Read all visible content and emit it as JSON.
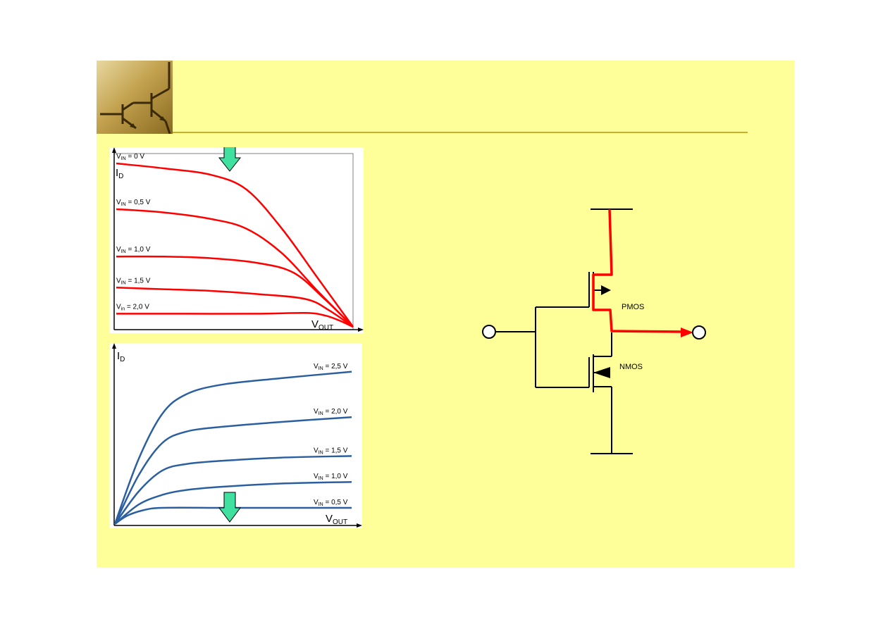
{
  "colors": {
    "slide_bg": "#ffff99",
    "rule": "#c8ae2a",
    "pmos_curve": "#ff0000",
    "nmos_curve": "#2c5fa0",
    "current_path": "#ff0000",
    "marker_arrow": "#40e0a0"
  },
  "logo": {
    "icon": "transistor-pair-logo"
  },
  "chart_data": [
    {
      "type": "line",
      "title": "",
      "ylabel_main": "I",
      "ylabel_sub": "D",
      "xlabel_main": "V",
      "xlabel_sub": "OUT",
      "series": [
        {
          "label_main": "V",
          "label_sub": "IN",
          "label_rest": " = 0 V",
          "x": [
            0,
            0.2,
            0.4,
            0.55,
            0.7,
            0.85,
            1.0
          ],
          "y": [
            1.0,
            0.97,
            0.93,
            0.84,
            0.6,
            0.3,
            0.0
          ]
        },
        {
          "label_main": "V",
          "label_sub": "IN",
          "label_rest": " = 0,5 V",
          "x": [
            0,
            0.2,
            0.4,
            0.55,
            0.7,
            0.85,
            1.0
          ],
          "y": [
            0.72,
            0.7,
            0.66,
            0.6,
            0.45,
            0.22,
            0.0
          ]
        },
        {
          "label_main": "V",
          "label_sub": "IN",
          "label_rest": " = 1,0 V",
          "x": [
            0,
            0.2,
            0.4,
            0.6,
            0.75,
            0.88,
            1.0
          ],
          "y": [
            0.43,
            0.43,
            0.42,
            0.39,
            0.33,
            0.17,
            0.0
          ]
        },
        {
          "label_main": "V",
          "label_sub": "IN",
          "label_rest": " = 1,5 V",
          "x": [
            0,
            0.2,
            0.4,
            0.6,
            0.8,
            0.9,
            1.0
          ],
          "y": [
            0.24,
            0.23,
            0.22,
            0.2,
            0.17,
            0.1,
            0.0
          ]
        },
        {
          "label_main": "V",
          "label_sub": "in",
          "label_rest": " = 2,0 V",
          "x": [
            0,
            0.3,
            0.6,
            0.8,
            0.88,
            0.94,
            1.0
          ],
          "y": [
            0.08,
            0.08,
            0.08,
            0.085,
            0.07,
            0.04,
            0.0
          ]
        }
      ]
    },
    {
      "type": "line",
      "title": "",
      "ylabel_main": "I",
      "ylabel_sub": "D",
      "xlabel_main": "V",
      "xlabel_sub": "OUT",
      "series": [
        {
          "label_main": "V",
          "label_sub": "IN",
          "label_rest": " = 2,5 V",
          "x": [
            0,
            0.1,
            0.2,
            0.3,
            0.45,
            0.7,
            1.0
          ],
          "y": [
            0,
            0.4,
            0.68,
            0.8,
            0.86,
            0.9,
            0.94
          ]
        },
        {
          "label_main": "V",
          "label_sub": "IN",
          "label_rest": " = 2,0 V",
          "x": [
            0,
            0.1,
            0.2,
            0.3,
            0.45,
            0.7,
            1.0
          ],
          "y": [
            0,
            0.3,
            0.5,
            0.57,
            0.6,
            0.63,
            0.66
          ]
        },
        {
          "label_main": "V",
          "label_sub": "IN",
          "label_rest": " = 1,5 V",
          "x": [
            0,
            0.1,
            0.2,
            0.3,
            0.45,
            0.7,
            1.0
          ],
          "y": [
            0,
            0.2,
            0.33,
            0.37,
            0.39,
            0.41,
            0.42
          ]
        },
        {
          "label_main": "V",
          "label_sub": "IN",
          "label_rest": " = 1,0 V",
          "x": [
            0,
            0.1,
            0.2,
            0.3,
            0.45,
            0.7,
            1.0
          ],
          "y": [
            0,
            0.12,
            0.18,
            0.21,
            0.23,
            0.25,
            0.26
          ]
        },
        {
          "label_main": "V",
          "label_sub": "IN",
          "label_rest": " = 0,5 V",
          "x": [
            0,
            0.05,
            0.12,
            0.2,
            0.45,
            0.7,
            1.0
          ],
          "y": [
            0,
            0.05,
            0.085,
            0.1,
            0.1,
            0.1,
            0.1
          ]
        }
      ]
    }
  ],
  "circuit": {
    "pmos_label": "PMOS",
    "nmos_label": "NMOS"
  }
}
